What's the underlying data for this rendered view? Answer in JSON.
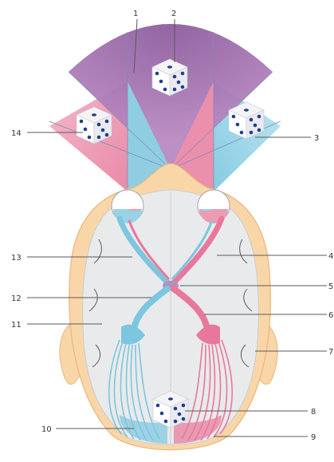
{
  "labels": {
    "n1": "1",
    "n2": "2",
    "n3": "3",
    "n4": "4",
    "n5": "5",
    "n6": "6",
    "n7": "7",
    "n8": "8",
    "n9": "9",
    "n10": "10",
    "n11": "11",
    "n12": "12",
    "n13": "13",
    "n14": "14"
  },
  "colors": {
    "binocular_field": "#9b6aa6",
    "left_field": "#ec9bb4",
    "right_field": "#99d2e6",
    "left_pathway": "#e8789b",
    "right_pathway": "#7cc6df",
    "head_skin": "#f9d6a8",
    "brain": "#e9eaeb"
  }
}
